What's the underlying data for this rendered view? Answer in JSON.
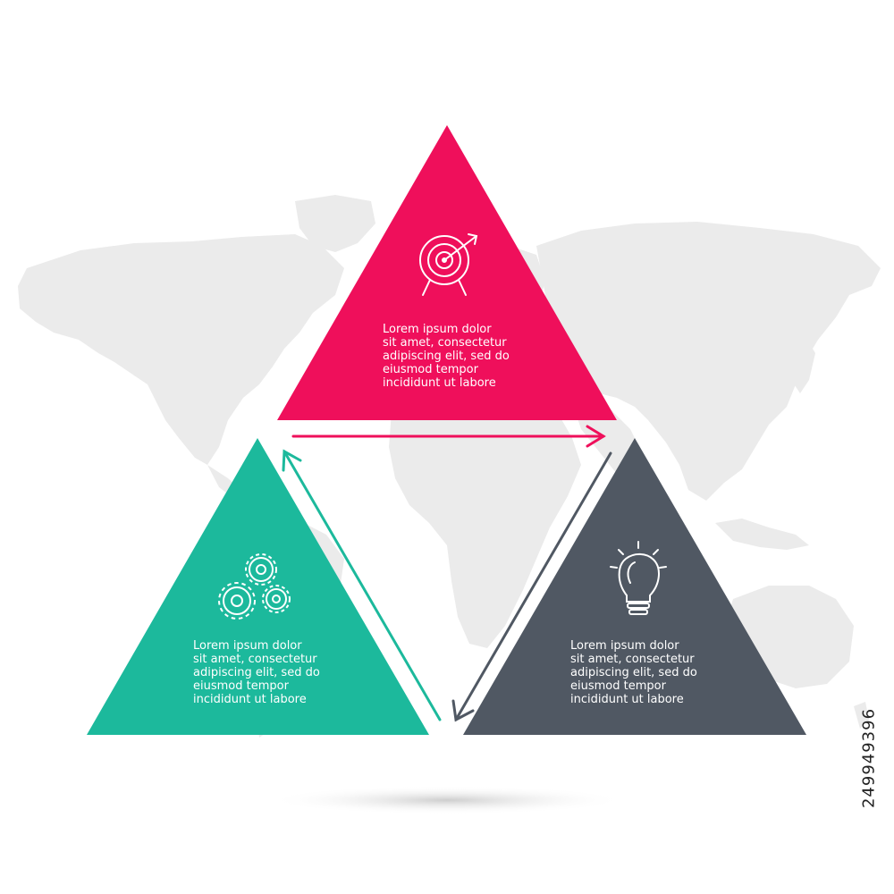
{
  "colors": {
    "pink": "#ef0f5b",
    "teal": "#1cb99c",
    "slate": "#505863",
    "map": "#ebebeb",
    "background": "#ffffff"
  },
  "steps": {
    "top": {
      "icon": "target-icon",
      "lines": [
        "Lorem ipsum dolor",
        "sit amet, consectetur",
        "adipiscing elit, sed do",
        "eiusmod tempor",
        "incididunt ut labore"
      ]
    },
    "left": {
      "icon": "gears-icon",
      "lines": [
        "Lorem ipsum dolor",
        "sit amet, consectetur",
        "adipiscing elit, sed do",
        "eiusmod tempor",
        "incididunt ut labore"
      ]
    },
    "right": {
      "icon": "lightbulb-icon",
      "lines": [
        "Lorem ipsum dolor",
        "sit amet, consectetur",
        "adipiscing elit, sed do",
        "eiusmod tempor",
        "incididunt ut labore"
      ]
    }
  },
  "watermark": {
    "stock_id": "249949396"
  }
}
